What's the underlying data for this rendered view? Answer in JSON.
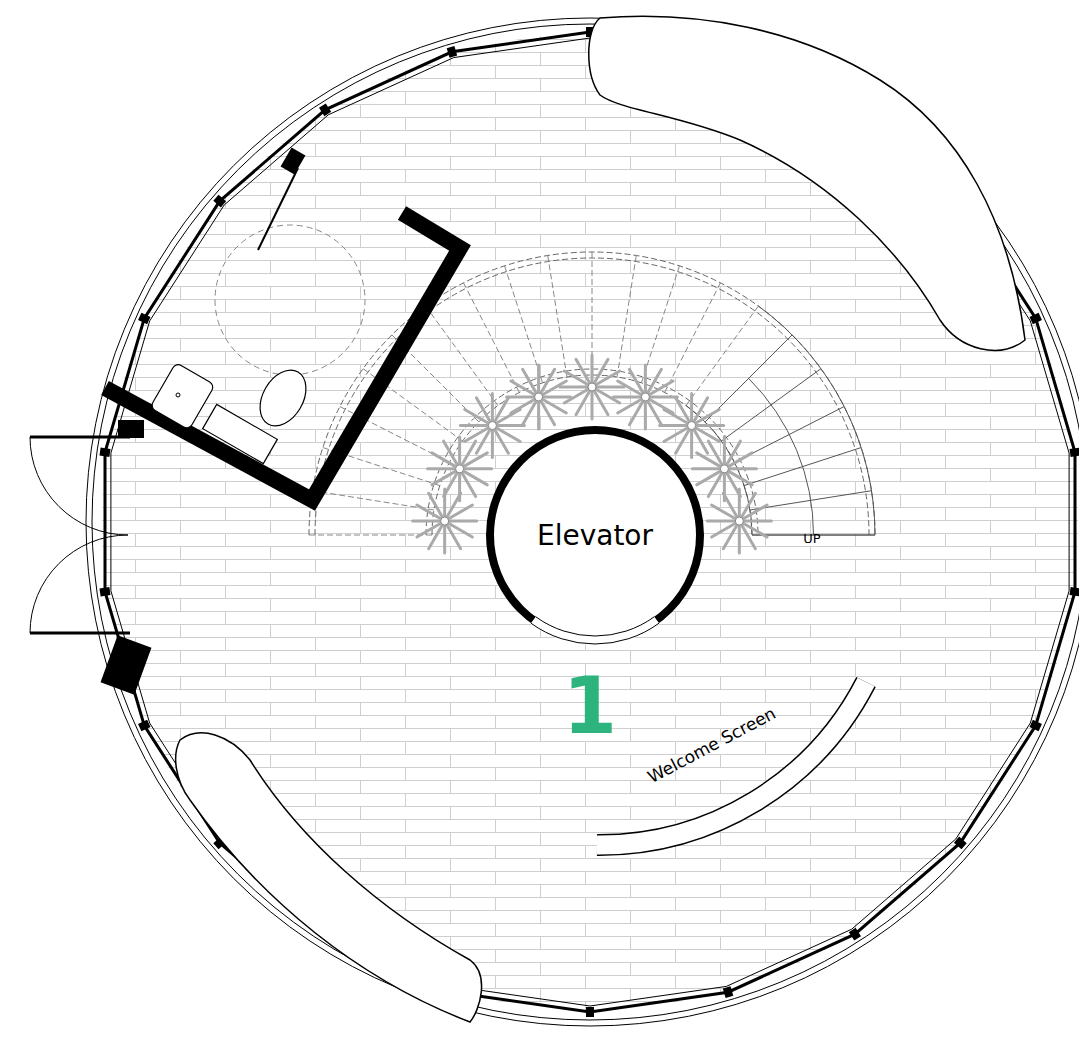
{
  "diagram": {
    "nodes": [
      {
        "text": [
          "Elevator"
        ]
      }
    ],
    "labels": [
      "UP",
      "1",
      "Welcome Screen"
    ]
  }
}
